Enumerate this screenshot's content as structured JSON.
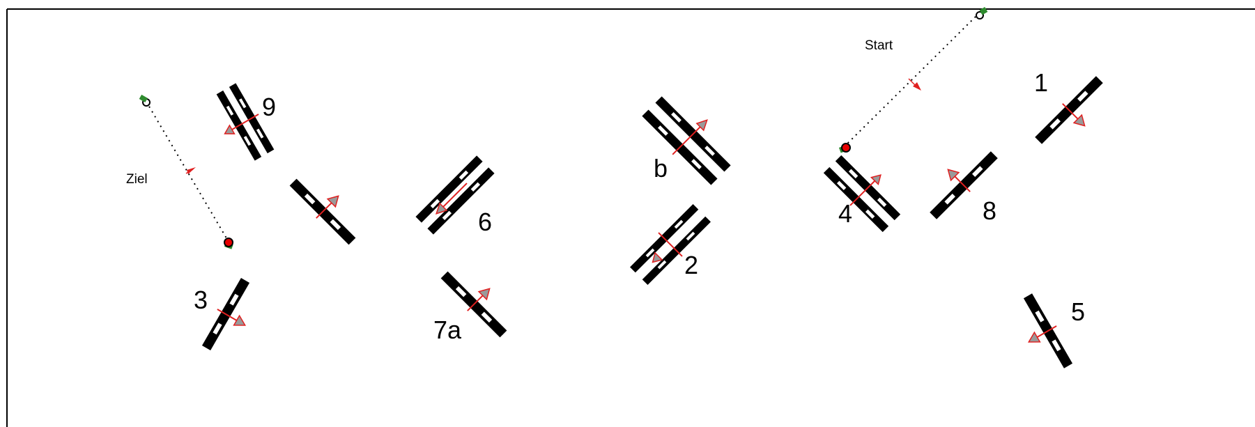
{
  "course": {
    "labels": {
      "start": "Start",
      "finish": "Ziel"
    },
    "obstacles": [
      {
        "id": "1",
        "label": "1",
        "kind": "single"
      },
      {
        "id": "2",
        "label": "2",
        "kind": "oxer"
      },
      {
        "id": "3",
        "label": "3",
        "kind": "single"
      },
      {
        "id": "4",
        "label": "4",
        "kind": "oxer"
      },
      {
        "id": "5",
        "label": "5",
        "kind": "single"
      },
      {
        "id": "6",
        "label": "6",
        "kind": "oxer"
      },
      {
        "id": "7a",
        "label": "7a",
        "kind": "single"
      },
      {
        "id": "7b",
        "label": "",
        "kind": "single"
      },
      {
        "id": "8",
        "label": "8",
        "kind": "single"
      },
      {
        "id": "9",
        "label": "9",
        "kind": "oxer"
      },
      {
        "id": "b",
        "label": "b",
        "kind": "oxer"
      }
    ],
    "colors": {
      "pole": "#000000",
      "stripe": "#ffffff",
      "arrow": "#e02020",
      "arrow_head": "#9a9a9a",
      "flag_left": "#e60000",
      "flag_right": "#2e8b2e",
      "border": "#000000"
    }
  }
}
